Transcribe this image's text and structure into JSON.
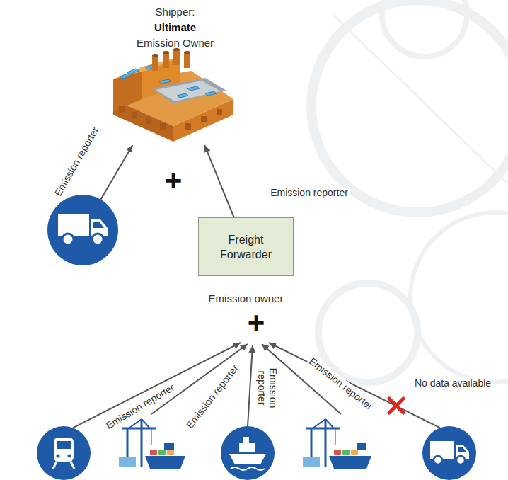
{
  "diagram": {
    "nodes": [
      {
        "text": [
          "Shipper:",
          "Ultimate",
          "Emission Owner"
        ]
      },
      {
        "text": []
      },
      {
        "text": [
          "Freight Forwarder",
          "Emission owner"
        ]
      },
      {
        "text": []
      },
      {
        "text": []
      },
      {
        "text": []
      },
      {
        "text": []
      },
      {
        "text": []
      }
    ],
    "edges": [
      {
        "from": 1,
        "to": 0,
        "arrow": "to",
        "label": "Emission reporter"
      },
      {
        "from": 2,
        "to": 0,
        "arrow": "to",
        "label": "Emission reporter"
      },
      {
        "from": 3,
        "to": 2,
        "arrow": "to",
        "label": "Emission reporter"
      },
      {
        "from": 4,
        "to": 2,
        "arrow": "to",
        "label": "Emission reporter"
      },
      {
        "from": 5,
        "to": 2,
        "arrow": "to",
        "label": "Emission reporter"
      },
      {
        "from": 6,
        "to": 2,
        "arrow": "to",
        "label": "Emission reporter"
      },
      {
        "from": 7,
        "to": 2,
        "arrow": "to",
        "label": "No data available"
      }
    ],
    "labels": [
      "+",
      "+"
    ]
  }
}
